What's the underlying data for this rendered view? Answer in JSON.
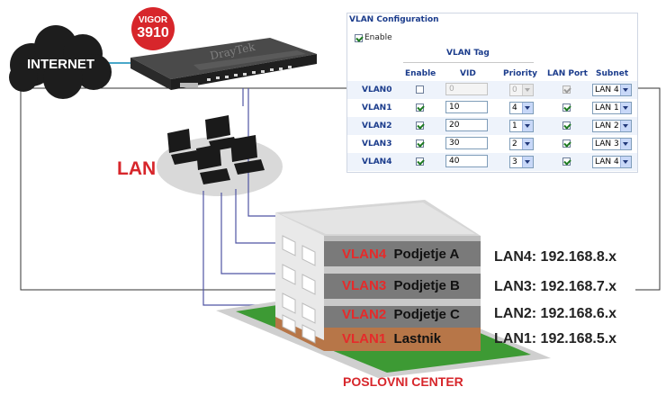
{
  "internet": {
    "label": "INTERNET"
  },
  "router": {
    "badge_line1": "VIGOR",
    "badge_line2": "3910",
    "brand": "DrayTek"
  },
  "lan": {
    "label": "LAN"
  },
  "vlan_config": {
    "title": "VLAN Configuration",
    "enable_label": "Enable",
    "enabled": true,
    "group_header": "VLAN Tag",
    "headers": {
      "enable": "Enable",
      "vid": "VID",
      "priority": "Priority",
      "lan_port": "LAN Port",
      "subnet": "Subnet"
    },
    "rows": [
      {
        "name": "VLAN0",
        "enabled": false,
        "vid": "0",
        "priority": "0",
        "lan_port": true,
        "subnet": "LAN 4",
        "disabled": true
      },
      {
        "name": "VLAN1",
        "enabled": true,
        "vid": "10",
        "priority": "4",
        "lan_port": true,
        "subnet": "LAN 1",
        "disabled": false
      },
      {
        "name": "VLAN2",
        "enabled": true,
        "vid": "20",
        "priority": "1",
        "lan_port": true,
        "subnet": "LAN 2",
        "disabled": false
      },
      {
        "name": "VLAN3",
        "enabled": true,
        "vid": "30",
        "priority": "2",
        "lan_port": true,
        "subnet": "LAN 3",
        "disabled": false
      },
      {
        "name": "VLAN4",
        "enabled": true,
        "vid": "40",
        "priority": "3",
        "lan_port": true,
        "subnet": "LAN 4",
        "disabled": false
      }
    ]
  },
  "building": {
    "name": "POSLOVNI CENTER",
    "floors": [
      {
        "vlan": "VLAN4",
        "name": "Podjetje A",
        "subnet": "LAN4: 192.168.8.x",
        "color": "#7a7a7a"
      },
      {
        "vlan": "VLAN3",
        "name": "Podjetje B",
        "subnet": "LAN3: 192.168.7.x",
        "color": "#7a7a7a"
      },
      {
        "vlan": "VLAN2",
        "name": "Podjetje C",
        "subnet": "LAN2: 192.168.6.x",
        "color": "#7a7a7a"
      },
      {
        "vlan": "VLAN1",
        "name": "Lastnik",
        "subnet": "LAN1: 192.168.5.x",
        "color": "#b77648"
      }
    ]
  },
  "colors": {
    "accent_red": "#d7262b",
    "wire_blue": "#4f55a3",
    "panel_text": "#1b3c8c"
  }
}
